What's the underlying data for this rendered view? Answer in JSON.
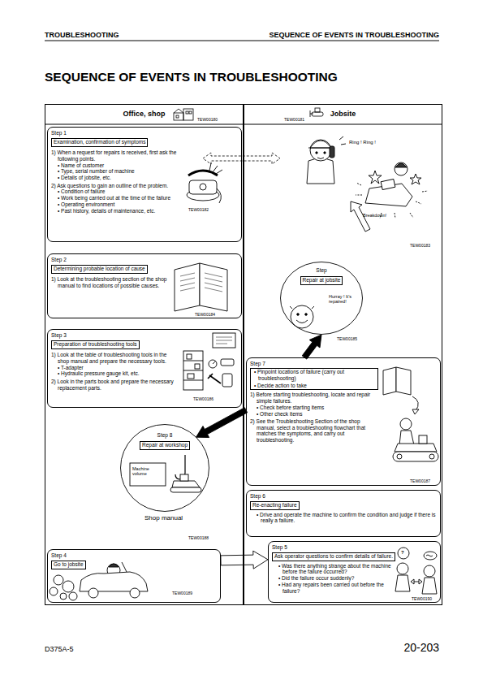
{
  "diagram": {
    "title": "SEQUENCE OF EVENTS IN TROUBLESHOOTING",
    "nodes": [
      {
        "text": [
          "Office, shop"
        ]
      },
      {
        "text": [
          "Jobsite"
        ]
      },
      {
        "text": [
          "Step 1",
          "Examination, confirmation of symptoms",
          "1) When a request for repairs is received, first ask the following points.",
          "• Name of customer",
          "• Type, serial number of machine",
          "• Details of jobsite, etc.",
          "2) Ask questions to gain an outline of the problem.",
          "• Condition of failure",
          "• Work being carried out at the time of the failure",
          "• Operating environment",
          "• Past history, details of maintenance, etc."
        ],
        "in": 0
      },
      {
        "text": [
          "Step 2",
          "Determining probable location of cause",
          "1) Look at the troubleshooting section of the shop manual to find locations of possible causes."
        ],
        "in": 0
      },
      {
        "text": [
          "Step 3",
          "Preparation of troubleshooting tools",
          "1) Look at the table of troubleshooting tools in the shop manual and prepare the necessary tools.",
          "• T-adapter",
          "• Hydraulic pressure gauge kit, etc.",
          "2) Look in the parts book and prepare the necessary replacement parts."
        ],
        "in": 0
      },
      {
        "text": [
          "Step 8",
          "Repair at workshop"
        ],
        "in": 0
      },
      {
        "text": [
          "Step 4",
          "Go to jobsite"
        ],
        "in": 0
      },
      {
        "text": [
          "Step",
          "Repair at jobsite",
          "Hurray ! It's repaired!"
        ],
        "in": 1
      },
      {
        "text": [
          "Step 7",
          "• Pinpoint locations of failure (carry out troubleshooting)",
          "• Decide action to take",
          "1) Before starting troubleshooting, locate and repair simple failures.",
          "• Check before starting items",
          "• Other check items",
          "2) See the Troubleshooting Section of the shop manual, select a troubleshooting flowchart that matches the symptoms, and carry out troubleshooting."
        ],
        "in": 1
      },
      {
        "text": [
          "Step 6",
          "Re-enacting failure",
          "• Drive and operate the machine to confirm the condition and judge if there is really a failure."
        ],
        "in": 1
      },
      {
        "text": [
          "Step 5",
          "Ask operator questions to confirm details of failure.",
          "• Was there anything strange about the machine before the failure occurred?",
          "• Did the failure occur suddenly?",
          "• Had any repairs been carried out before the failure?"
        ],
        "in": 1
      }
    ],
    "edges": [
      {
        "from": 6,
        "to": 10,
        "arrow": "to"
      },
      {
        "from": 8,
        "to": 7,
        "arrow": "to"
      },
      {
        "from": 8,
        "to": 5,
        "arrow": "to"
      }
    ],
    "labels": [
      "TROUBLESHOOTING",
      "SEQUENCE OF EVENTS IN TROUBLESHOOTING",
      "TEW00180",
      "TEW00181",
      "Ring ! Ring !",
      "TEW00182",
      "Breakdown!",
      "TEW00183",
      "TEW00184",
      "TEW00185",
      "TEW00186",
      "TEW00187",
      "Machine volume",
      "Shop manual",
      "TEW00188",
      "?",
      "TEW00189",
      "TEW00190",
      "D375A-5",
      "20-203"
    ]
  }
}
